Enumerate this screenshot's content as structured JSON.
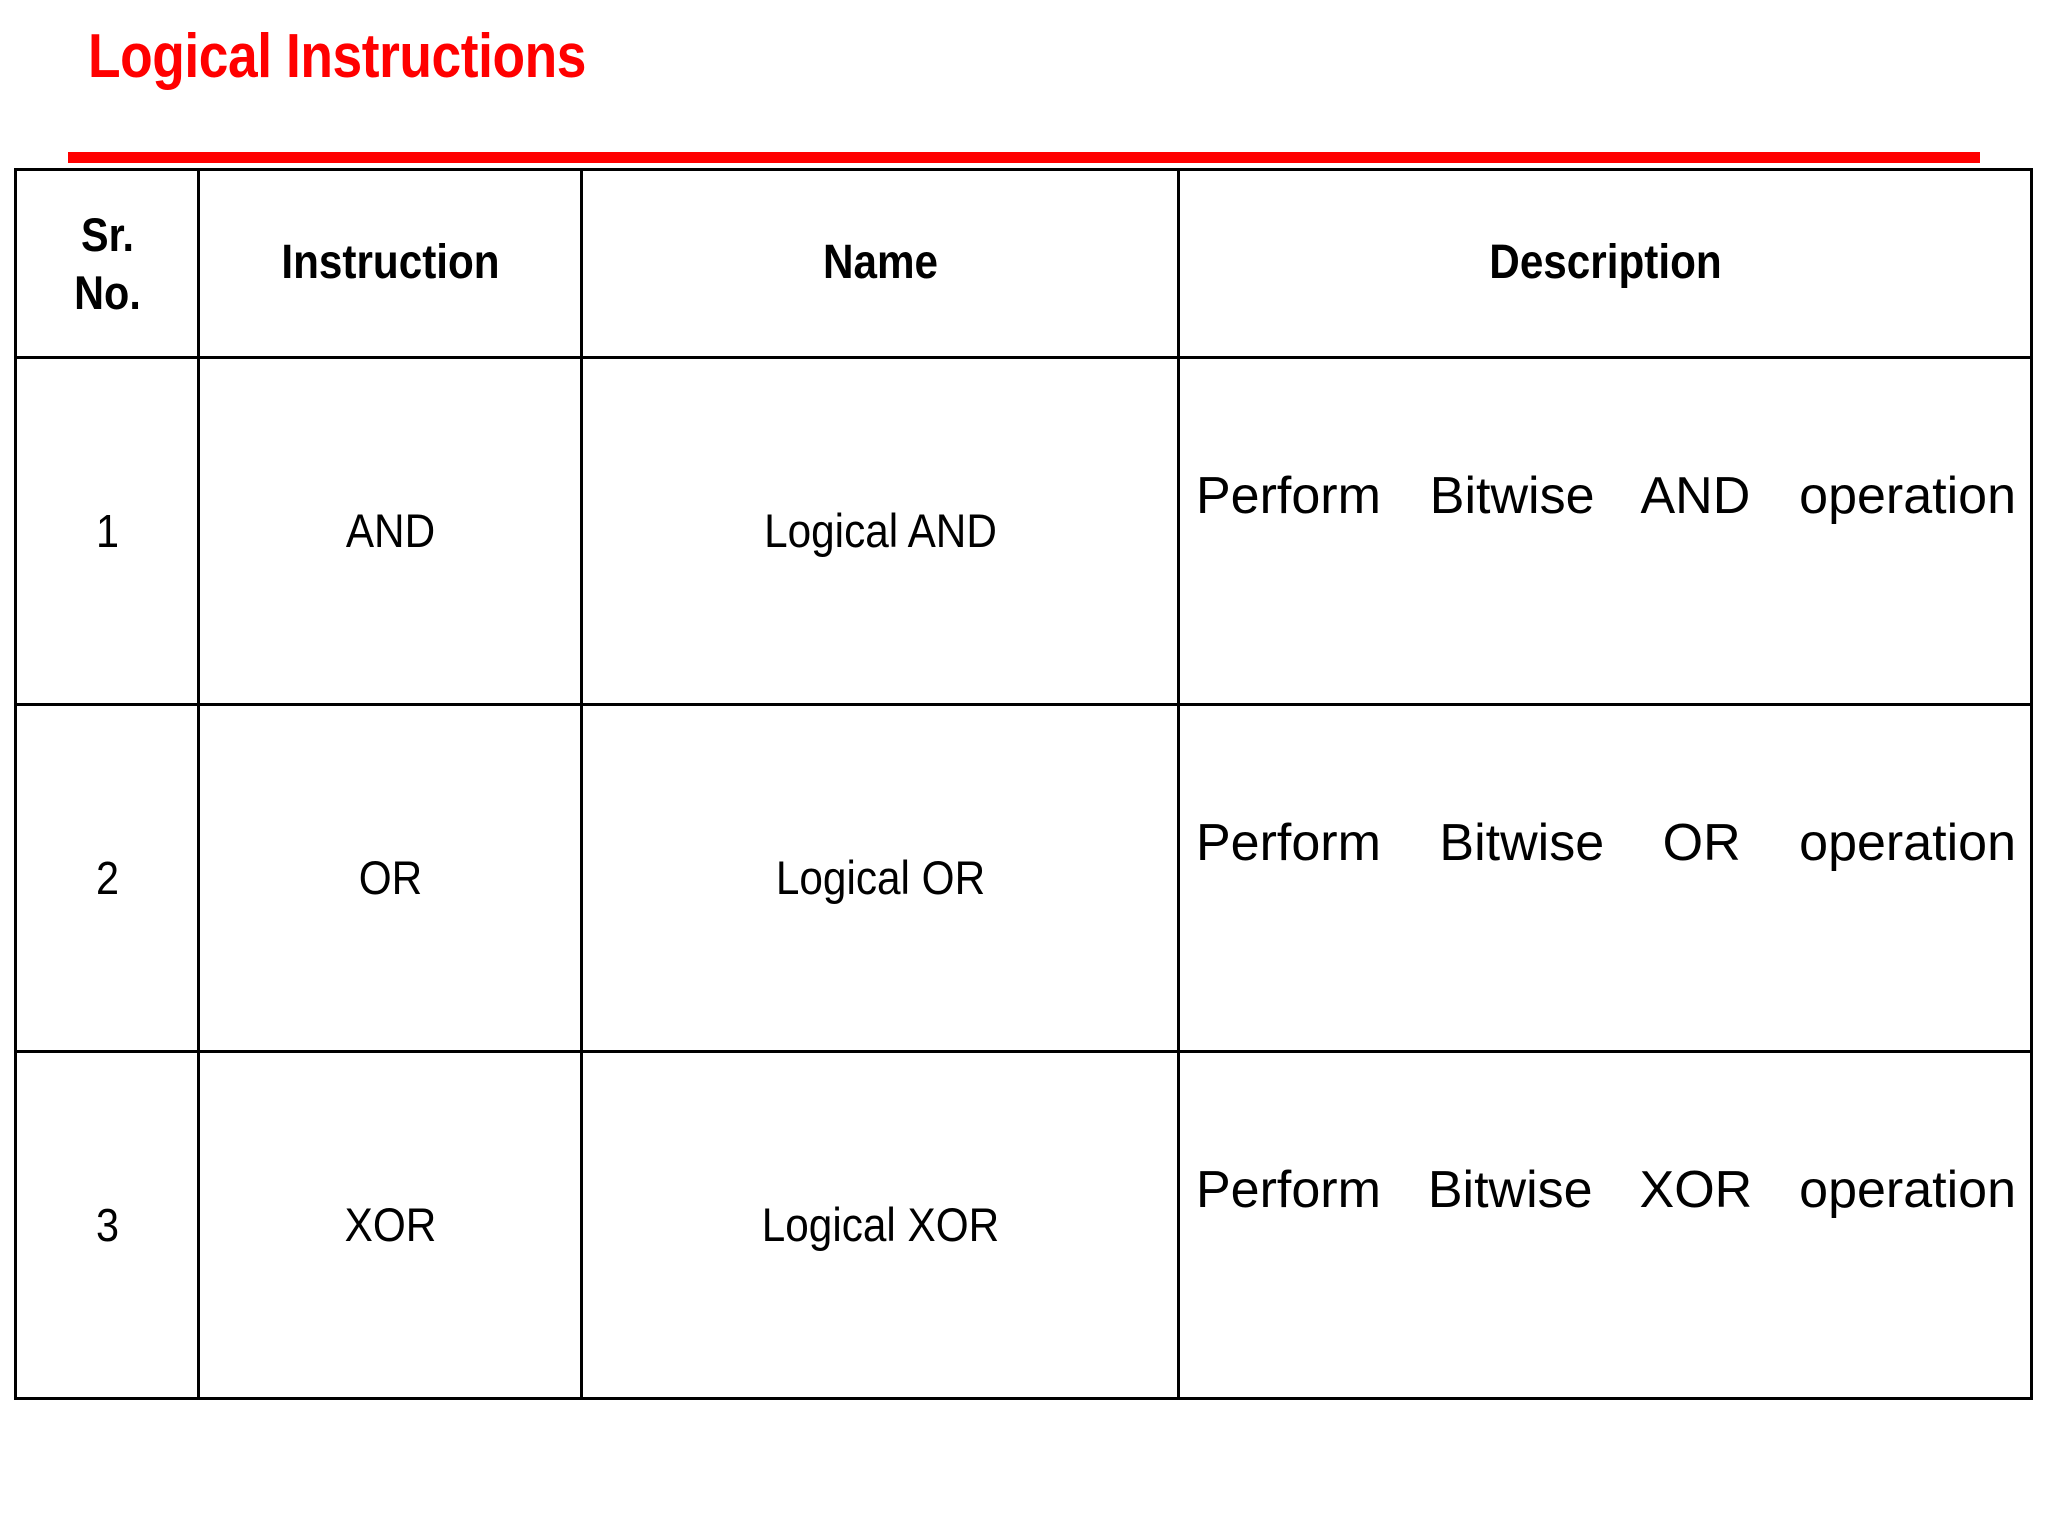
{
  "slide": {
    "title": "Logical Instructions",
    "title_color": "#FF0000",
    "rule_color": "#FF0000",
    "background": "#FFFFFF",
    "border_color": "#000000"
  },
  "table": {
    "headers": {
      "sr_no_line1": "Sr.",
      "sr_no_line2": "No.",
      "instruction": "Instruction",
      "name": "Name",
      "description": "Description"
    },
    "rows": [
      {
        "sr_no": "1",
        "instruction": "AND",
        "name": "Logical AND",
        "description": "Perform Bitwise AND operation"
      },
      {
        "sr_no": "2",
        "instruction": "OR",
        "name": "Logical OR",
        "description": "Perform Bitwise OR operation"
      },
      {
        "sr_no": "3",
        "instruction": "XOR",
        "name": "Logical XOR",
        "description": "Perform Bitwise XOR operation"
      }
    ]
  }
}
